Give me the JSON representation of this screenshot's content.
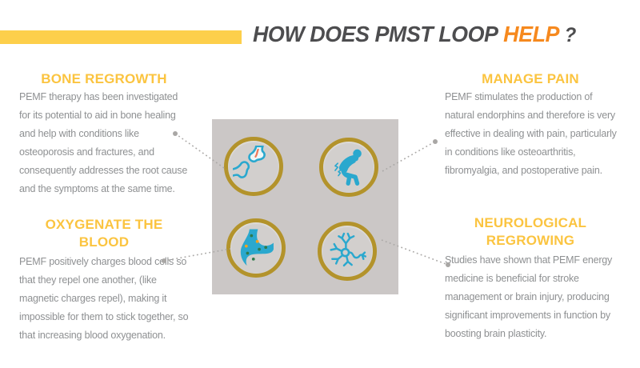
{
  "slide": {
    "title": {
      "main": "HOW DOES PMST LOOP",
      "accent": "HELP",
      "suffix": "?"
    },
    "sections": [
      {
        "id": "bone",
        "title": "BONE REGROWTH",
        "body": "PEMF therapy has been investigated\nfor its potential to aid in bone healing\nand help with conditions like\nosteoporosis and fractures, and\nconsequently addresses the root cause\nand the symptoms at the same time.",
        "icon": "bone-joint-icon"
      },
      {
        "id": "pain",
        "title": "MANAGE PAIN",
        "body": "PEMF stimulates the production of\nnatural endorphins and therefore is very\neffective in dealing with pain, particularly\nin conditions like osteoarthritis,\nfibromyalgia, and postoperative pain.",
        "icon": "back-pain-icon"
      },
      {
        "id": "blood",
        "title": "OXYGENATE THE\nBLOOD",
        "body": "PEMF positively charges blood cells so\nthat they repel one another, (like\nmagnetic charges repel), making it\nimpossible for them to stick together, so\nthat increasing blood oxygenation.",
        "icon": "blood-vessel-icon"
      },
      {
        "id": "neuro",
        "title": "NEUROLOGICAL\nREGROWING",
        "body": "Studies have shown that PEMF energy\nmedicine is beneficial for stroke\nmanagement or brain injury, producing\nsignificant improvements in function by\nboosting brain plasticity.",
        "icon": "neuron-icon"
      }
    ],
    "colors": {
      "bar_yellow": "#FDCF4B",
      "heading_yellow": "#FBC440",
      "accent_orange": "#F6891E",
      "title_gray": "#4D4D4F",
      "body_gray": "#8E9092",
      "panel_gray": "#CBC7C6",
      "ring_gold": "#B3932B",
      "icon_teal": "#2AA8CE",
      "crack_red": "#F0785A",
      "cell_green": "#2E7A4C",
      "cell_orange": "#F4A21D"
    }
  }
}
